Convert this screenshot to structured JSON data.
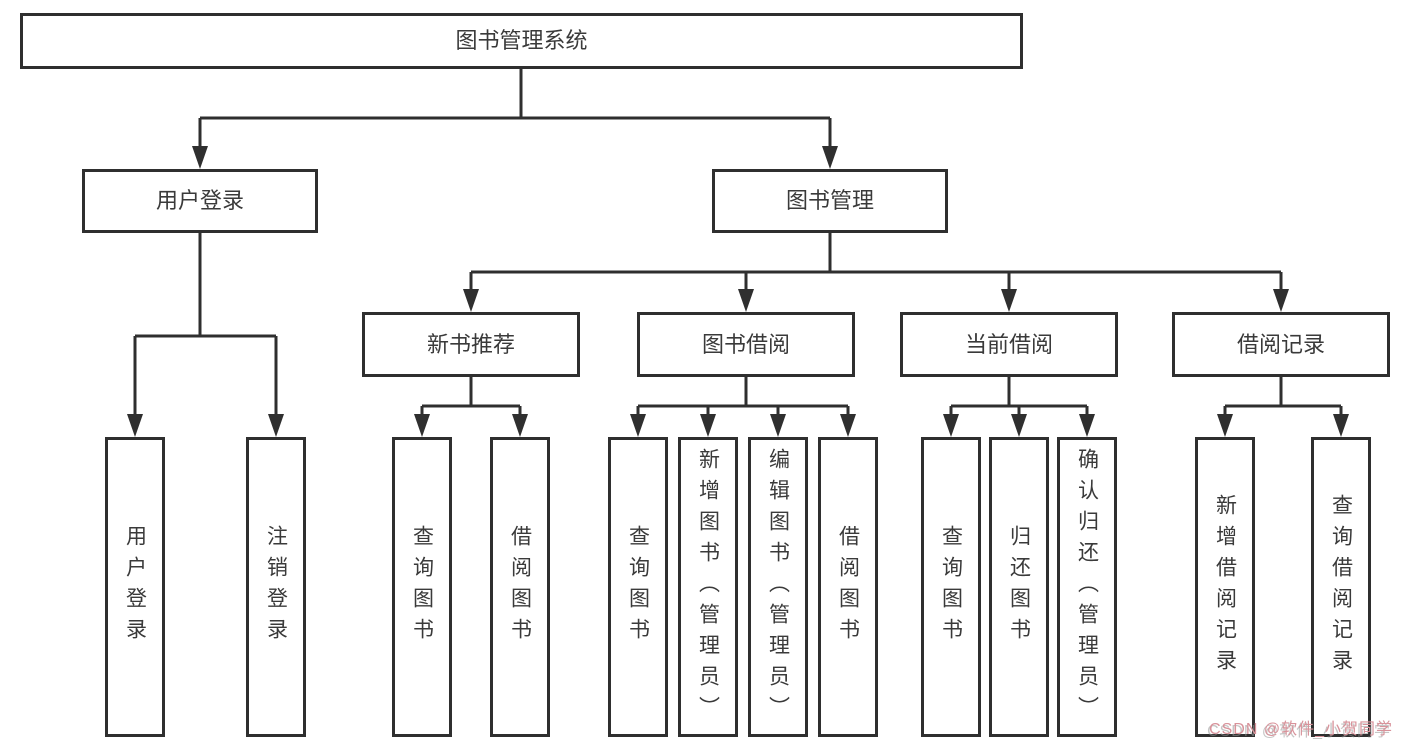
{
  "diagram": {
    "tree": {
      "root": {
        "label": "图书管理系统",
        "children": [
          {
            "label": "用户登录",
            "children": [
              {
                "label": "用户登录"
              },
              {
                "label": "注销登录"
              }
            ]
          },
          {
            "label": "图书管理",
            "children": [
              {
                "label": "新书推荐",
                "children": [
                  {
                    "label": "查询图书"
                  },
                  {
                    "label": "借阅图书"
                  }
                ]
              },
              {
                "label": "图书借阅",
                "children": [
                  {
                    "label": "查询图书"
                  },
                  {
                    "label": "新增图书（管理员）"
                  },
                  {
                    "label": "编辑图书（管理员）"
                  },
                  {
                    "label": "借阅图书"
                  }
                ]
              },
              {
                "label": "当前借阅",
                "children": [
                  {
                    "label": "查询图书"
                  },
                  {
                    "label": "归还图书"
                  },
                  {
                    "label": "确认归还（管理员）"
                  }
                ]
              },
              {
                "label": "借阅记录",
                "children": [
                  {
                    "label": "新增借阅记录"
                  },
                  {
                    "label": "查询借阅记录"
                  }
                ]
              }
            ]
          }
        ]
      }
    }
  },
  "watermark": {
    "text": "CSDN @软件_小贺同学"
  },
  "colors": {
    "line": "#2f2f2f",
    "text": "#3a3a3a",
    "background": "#ffffff",
    "watermark": "#d8929a"
  }
}
